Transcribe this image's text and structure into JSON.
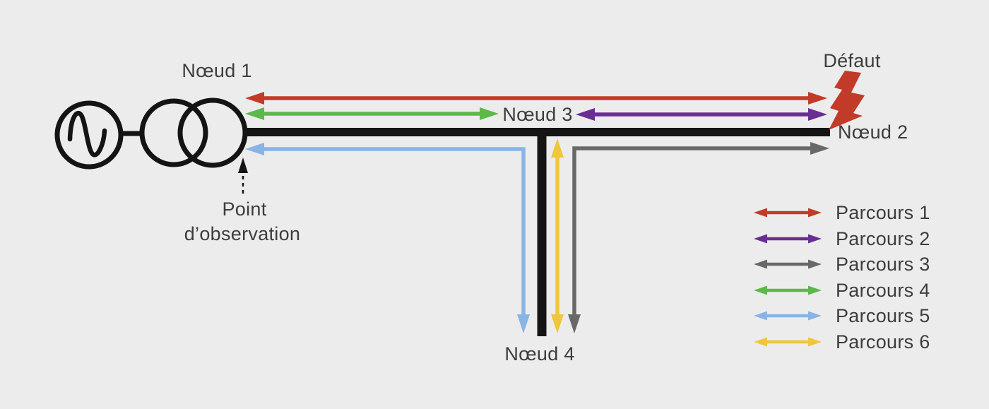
{
  "nodes": {
    "node1": "Nœud 1",
    "node2": "Nœud 2",
    "node3": "Nœud 3",
    "node4": "Nœud 4"
  },
  "fault": {
    "label": "Défaut"
  },
  "observation": {
    "line1": "Point",
    "line2": "d’observation"
  },
  "legend": {
    "items": [
      {
        "label": "Parcours 1",
        "color": "#c23b28"
      },
      {
        "label": "Parcours 2",
        "color": "#6a2e93"
      },
      {
        "label": "Parcours 3",
        "color": "#686868"
      },
      {
        "label": "Parcours 4",
        "color": "#5cb848"
      },
      {
        "label": "Parcours 5",
        "color": "#89b4e4"
      },
      {
        "label": "Parcours 6",
        "color": "#efc63c"
      }
    ]
  },
  "colors": {
    "background": "#ececec",
    "line": "#141414",
    "fault": "#c23b28",
    "text": "#3d3d3d"
  }
}
